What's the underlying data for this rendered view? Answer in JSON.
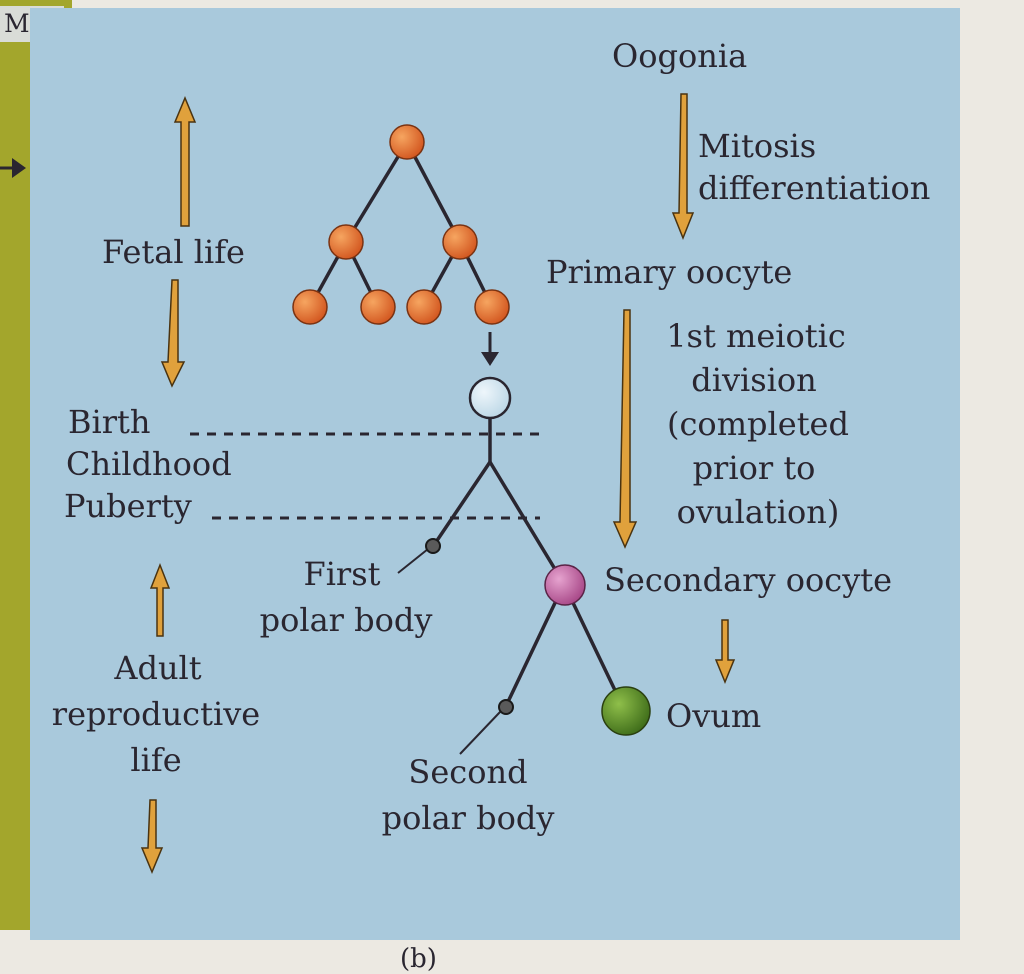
{
  "header": {
    "tag": "ME"
  },
  "stages": {
    "oogonia": "Oogonia",
    "primary_oocyte": "Primary oocyte",
    "secondary_oocyte": "Secondary oocyte",
    "ovum": "Ovum",
    "first_polar_body": [
      "First",
      "polar body"
    ],
    "second_polar_body": [
      "Second",
      "polar body"
    ]
  },
  "processes": {
    "mitosis": [
      "Mitosis",
      "differentiation"
    ],
    "first_meiotic": [
      "1st meiotic",
      "division",
      "(completed",
      "prior to",
      "ovulation)"
    ]
  },
  "life_stages": {
    "fetal_life": "Fetal life",
    "birth": "Birth",
    "childhood": "Childhood",
    "puberty": "Puberty",
    "adult": [
      "Adult",
      "reproductive",
      "life"
    ]
  },
  "colors": {
    "panel": "#a9c9dc",
    "sidebar": "#a3a62c",
    "arrow": "#e0a13c",
    "oogonia_cell": "#e87a3a",
    "primary_oocyte": "#cfe4ee",
    "secondary_oocyte": "#c86fa6",
    "ovum": "#5a8a2a"
  },
  "footer": {
    "caption": "(b)"
  }
}
